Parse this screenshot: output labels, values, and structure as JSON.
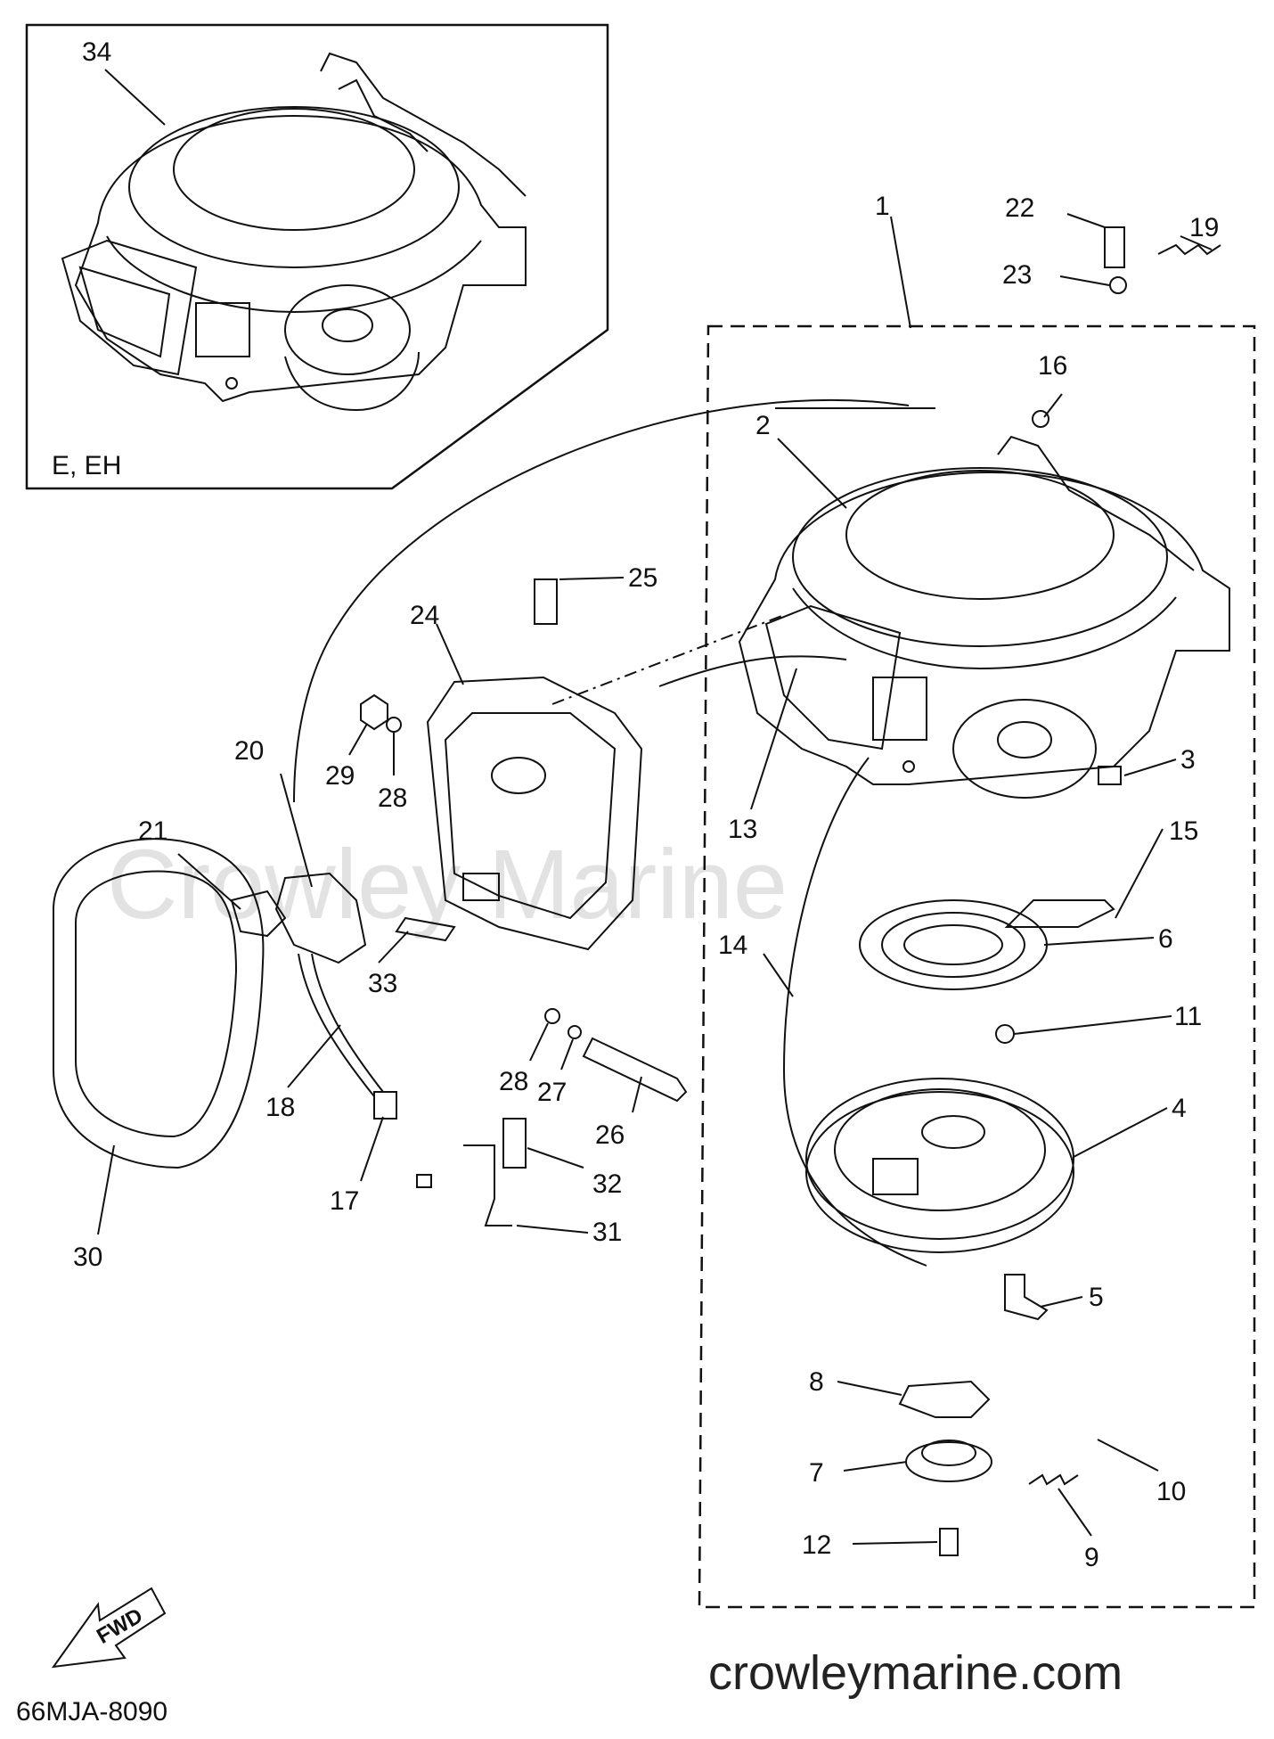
{
  "inset": {
    "label": "E, EH",
    "part": "34"
  },
  "watermark": "Crowley Marine",
  "website": "crowleymarine.com",
  "drawing_code": "66MJA-8090",
  "fwd_label": "FWD",
  "callouts": [
    {
      "n": "1"
    },
    {
      "n": "2"
    },
    {
      "n": "3"
    },
    {
      "n": "4"
    },
    {
      "n": "5"
    },
    {
      "n": "6"
    },
    {
      "n": "7"
    },
    {
      "n": "8"
    },
    {
      "n": "9"
    },
    {
      "n": "10"
    },
    {
      "n": "11"
    },
    {
      "n": "12"
    },
    {
      "n": "13"
    },
    {
      "n": "14"
    },
    {
      "n": "15"
    },
    {
      "n": "16"
    },
    {
      "n": "17"
    },
    {
      "n": "18"
    },
    {
      "n": "19"
    },
    {
      "n": "20"
    },
    {
      "n": "21"
    },
    {
      "n": "22"
    },
    {
      "n": "23"
    },
    {
      "n": "24"
    },
    {
      "n": "25"
    },
    {
      "n": "26"
    },
    {
      "n": "27"
    },
    {
      "n": "28"
    },
    {
      "n": "28"
    },
    {
      "n": "29"
    },
    {
      "n": "30"
    },
    {
      "n": "31"
    },
    {
      "n": "32"
    },
    {
      "n": "33"
    }
  ]
}
